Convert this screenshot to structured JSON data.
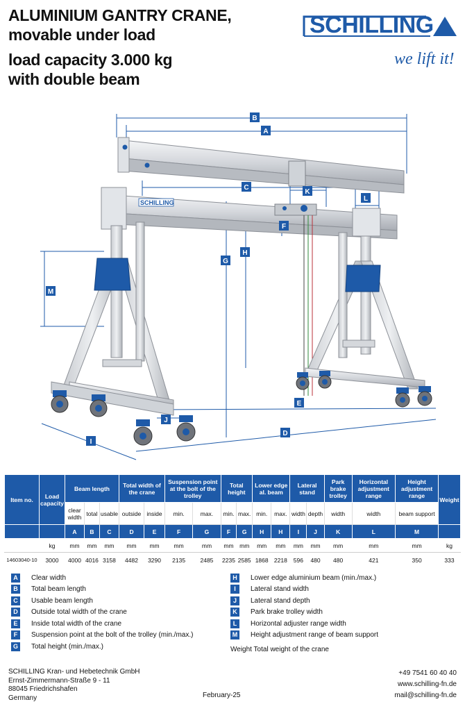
{
  "title": {
    "line1": "ALUMINIUM GANTRY CRANE,",
    "line2": "movable under load",
    "line3": "load capacity 3.000 kg",
    "line4": "with double beam"
  },
  "brand": {
    "logo_text": "SCHILLING",
    "slogan": "we lift it!",
    "beam_logo": "SCHILLING",
    "color": "#1e5aa8"
  },
  "dimension_labels": [
    "B",
    "A",
    "C",
    "K",
    "L",
    "F",
    "H",
    "G",
    "M",
    "E",
    "J",
    "D",
    "I"
  ],
  "table": {
    "headers": {
      "item_no": "Item no.",
      "load_capacity": "Load capacity",
      "beam_length": "Beam length",
      "total_width": "Total width of the crane",
      "suspension": "Suspension point at the bolt of the trolley",
      "total_height": "Total height",
      "lower_edge": "Lower edge al. beam",
      "lateral_stand": "Lateral stand",
      "park_brake": "Park brake trolley",
      "horizontal": "Horizontal adjus­tment range",
      "height_adj": "Height adjustment range",
      "weight": "Weight"
    },
    "subheaders": [
      "clear width",
      "total",
      "usable",
      "outside",
      "inside",
      "min.",
      "max.",
      "min.",
      "max.",
      "min.",
      "max.",
      "width",
      "depth",
      "width",
      "width",
      "beam support"
    ],
    "letters": [
      "A",
      "B",
      "C",
      "D",
      "E",
      "F",
      "G",
      "F",
      "G",
      "H",
      "H",
      "I",
      "J",
      "K",
      "L",
      "M"
    ],
    "units": [
      "kg",
      "mm",
      "mm",
      "mm",
      "mm",
      "mm",
      "mm",
      "mm",
      "mm",
      "mm",
      "mm",
      "mm",
      "mm",
      "mm",
      "mm",
      "mm",
      "mm",
      "kg"
    ],
    "row": [
      "14603040-10",
      "3000",
      "4000",
      "4016",
      "3158",
      "4482",
      "3290",
      "2135",
      "2485",
      "2235",
      "2585",
      "1868",
      "2218",
      "596",
      "480",
      "480",
      "421",
      "350",
      "333"
    ]
  },
  "legend_left": [
    {
      "letter": "A",
      "text": "Clear width"
    },
    {
      "letter": "B",
      "text": "Total beam length"
    },
    {
      "letter": "C",
      "text": "Usable beam length"
    },
    {
      "letter": "D",
      "text": "Outside total width of the crane"
    },
    {
      "letter": "E",
      "text": "Inside total width of the crane"
    },
    {
      "letter": "F",
      "text": "Suspension point at the bolt of the trolley (min./max.)"
    },
    {
      "letter": "G",
      "text": "Total height (min./max.)"
    }
  ],
  "legend_right": [
    {
      "letter": "H",
      "text": "Lower edge aluminium beam (min./max.)"
    },
    {
      "letter": "I",
      "text": "Lateral stand width"
    },
    {
      "letter": "J",
      "text": "Lateral stand depth"
    },
    {
      "letter": "K",
      "text": "Park brake trolley width"
    },
    {
      "letter": "L",
      "text": "Horizontal adjuster range width"
    },
    {
      "letter": "M",
      "text": "Height adjustment range of beam support"
    }
  ],
  "weight_note": "Weight   Total weight of the crane",
  "footer": {
    "company": "SCHILLING Kran- und Hebetechnik GmbH",
    "street": "Ernst-Zimmermann-Straße 9 - 11",
    "city": "88045 Friedrichshafen",
    "country": "Germany",
    "date": "February-25",
    "phone": "+49 7541 60 40 40",
    "web": "www.schilling-fn.de",
    "mail": "mail@schilling-fn.de"
  }
}
